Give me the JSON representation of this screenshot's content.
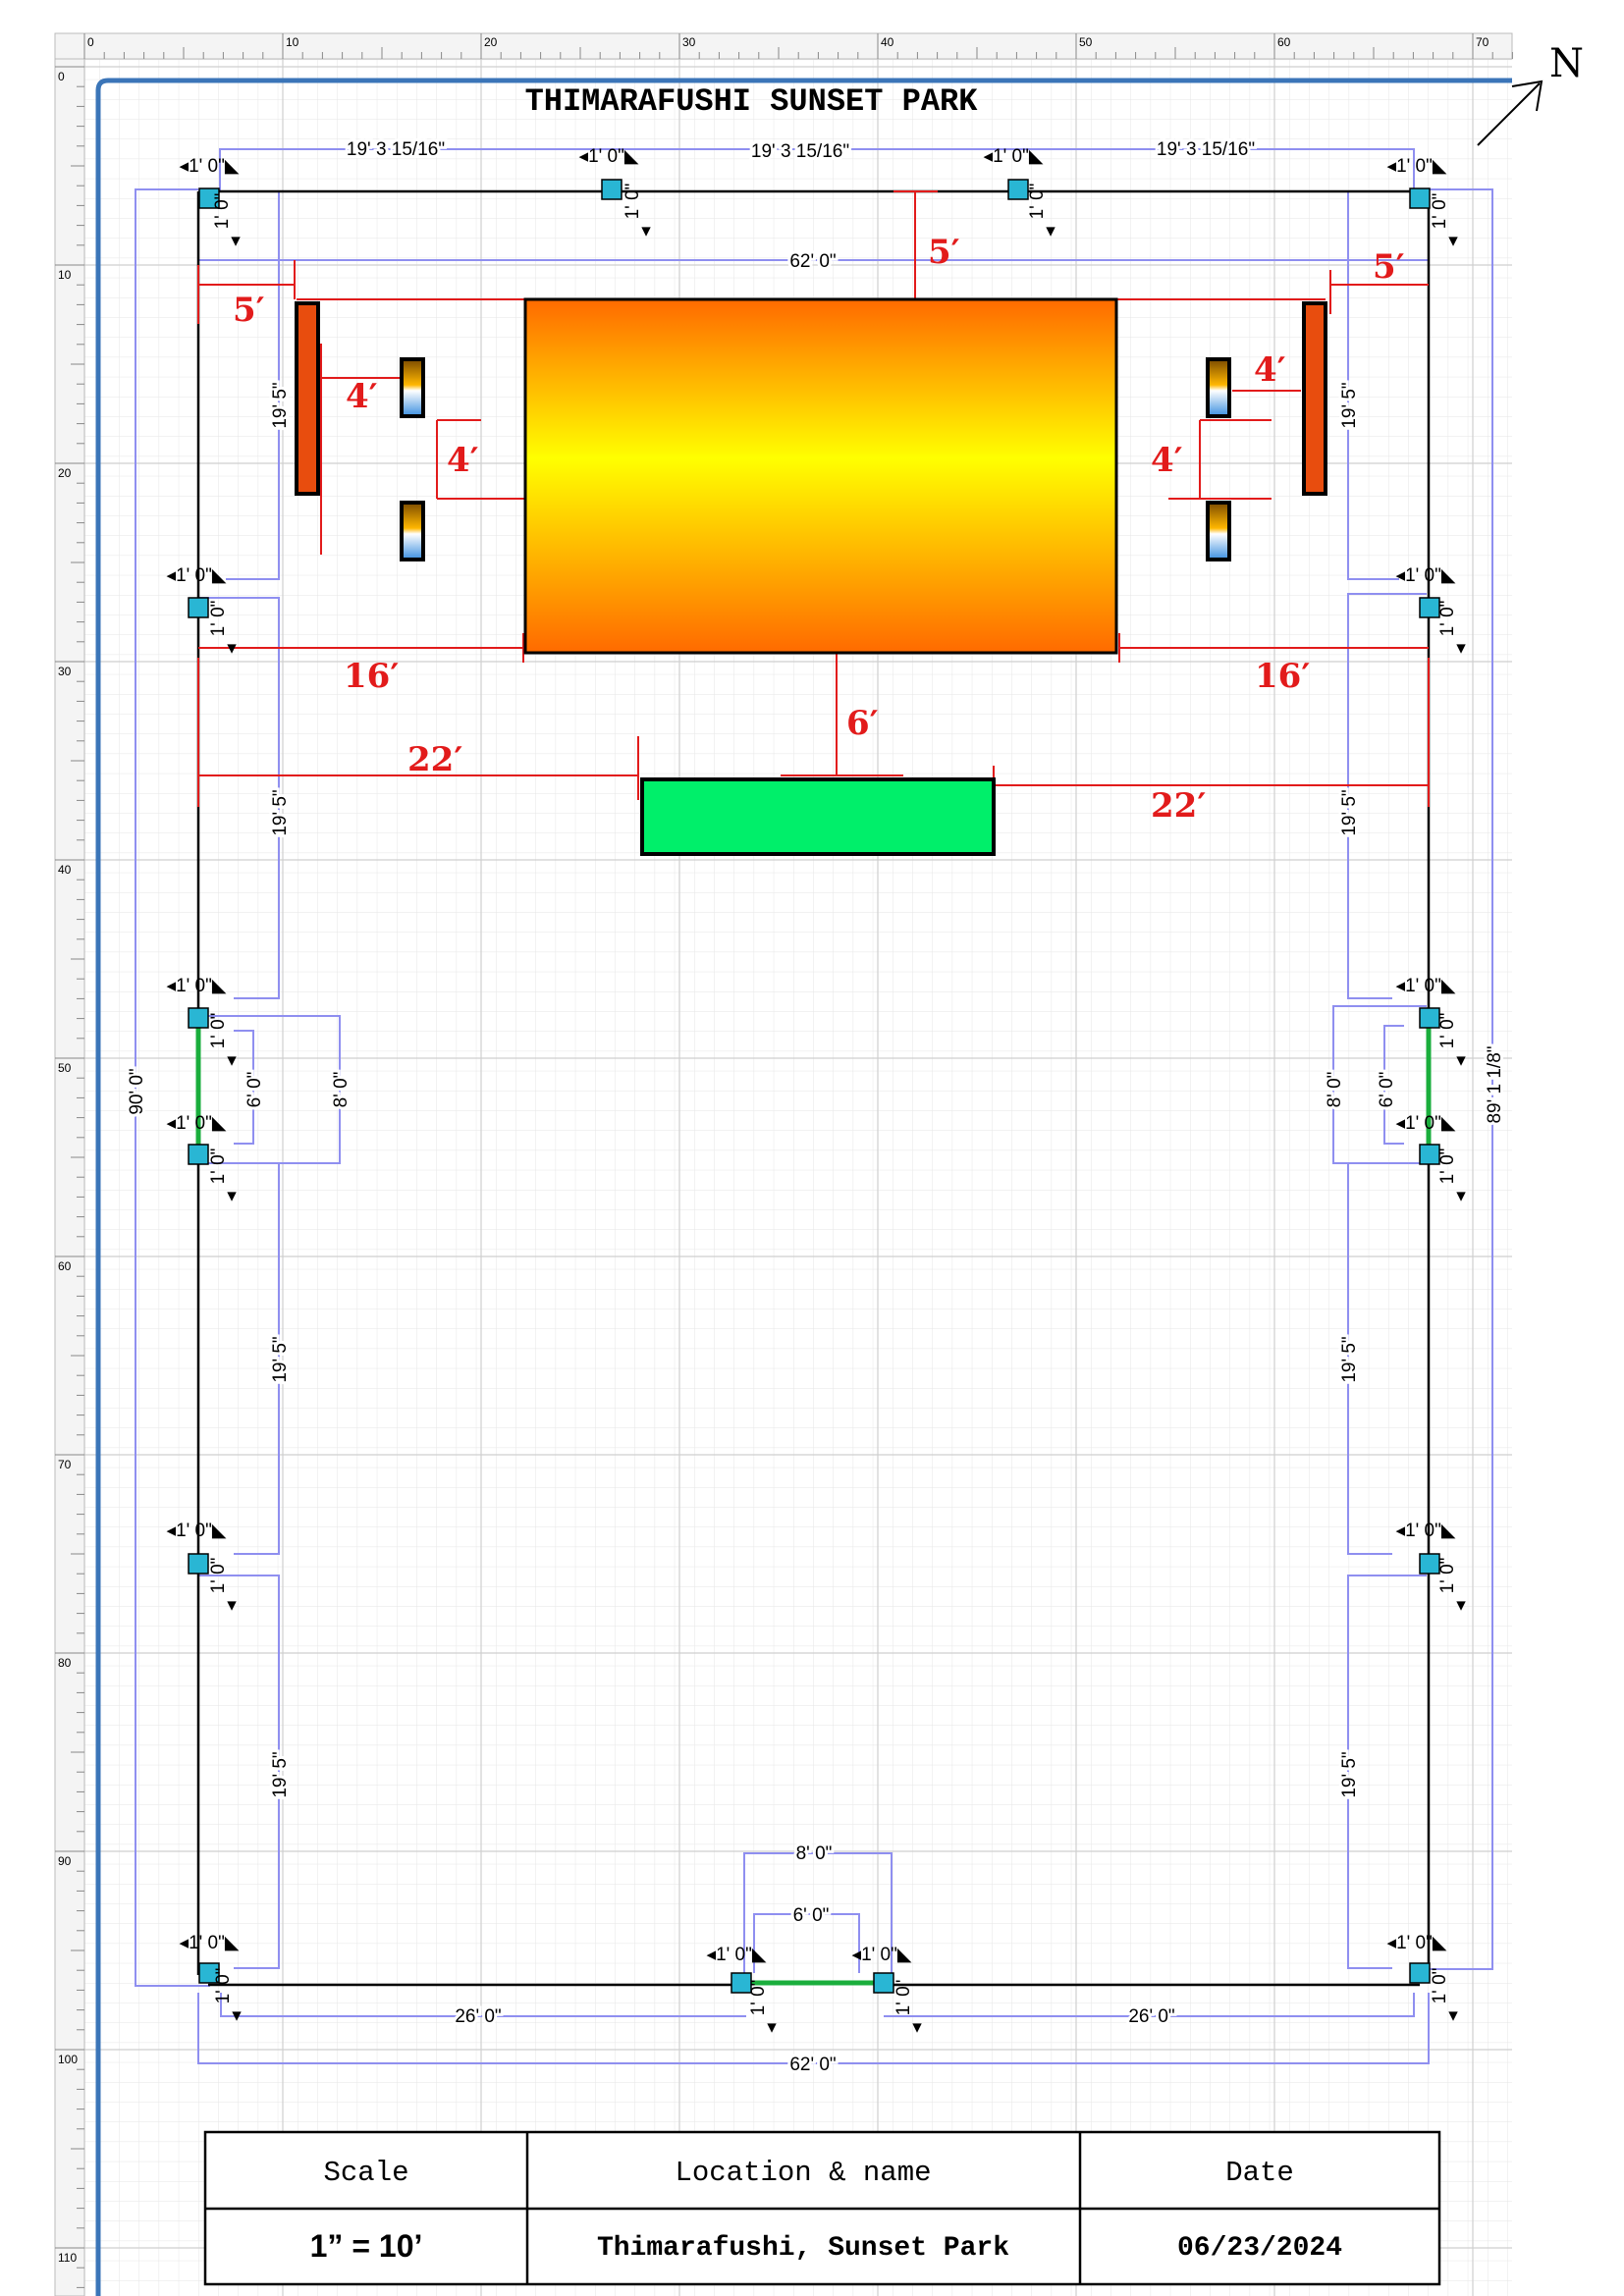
{
  "title": "THIMARAFUSHI SUNSET PARK",
  "north_label": "N",
  "ruler": {
    "top_ticks": [
      "0",
      "10",
      "20",
      "30",
      "40",
      "50",
      "60",
      "70"
    ],
    "left_ticks": [
      "0",
      "10",
      "20",
      "30",
      "40",
      "50",
      "60",
      "70",
      "80",
      "90",
      "100",
      "110"
    ]
  },
  "dimensions": {
    "top_segment": "19' 3 15/16\"",
    "post_size": "1' 0\"",
    "inner_width": "62' 0\"",
    "side_segment": "19' 5\"",
    "left_total": "90' 0\"",
    "right_total": "89' 1 1/8\"",
    "gate_inner": "6' 0\"",
    "gate_outer": "8' 0\"",
    "bottom_segment": "26' 0\"",
    "bottom_total": "62' 0\""
  },
  "annotations": {
    "five": "5′",
    "four": "4′",
    "sixteen": "16′",
    "six": "6′",
    "twentytwo": "22′"
  },
  "title_block": {
    "headers": [
      "Scale",
      "Location & name",
      "Date"
    ],
    "values": [
      "1” = 10’",
      "Thimarafushi, Sunset Park",
      "06/23/2024"
    ]
  },
  "colors": {
    "post_fill": "#29b6d4",
    "gate_line": "#1aae3c",
    "dimension_line": "#8f8ff0",
    "annotation": "#e21b1b",
    "stage_top": "#ff6a00",
    "stage_mid": "#ffff00",
    "bench": "#00ef6a",
    "speaker": "#e84d0e",
    "frame_line": "#3b75b8",
    "grid": "#e4e4e4"
  }
}
